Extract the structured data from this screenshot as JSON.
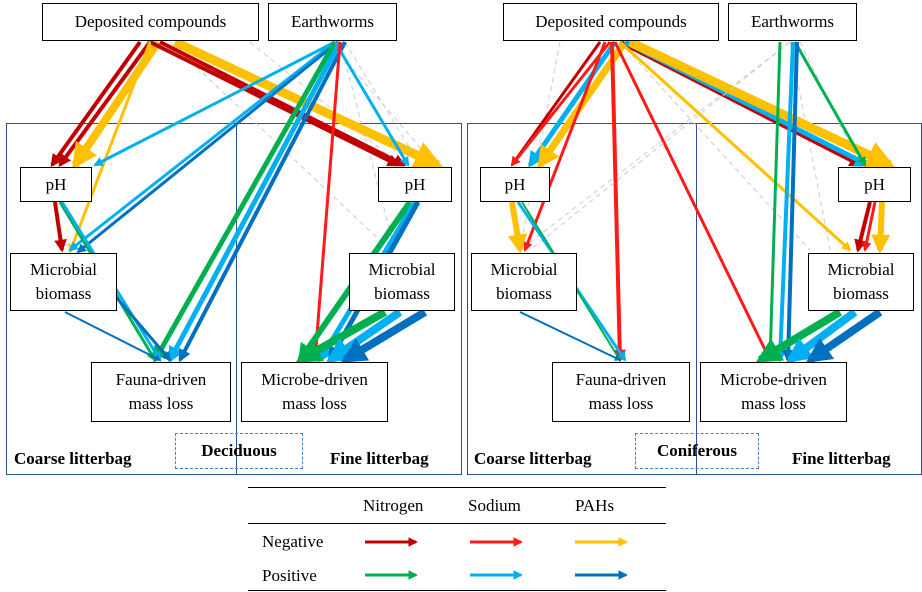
{
  "nodes": {
    "deposited_compounds": "Deposited compounds",
    "earthworms": "Earthworms",
    "ph": "pH",
    "microbial_biomass_line1": "Microbial",
    "microbial_biomass_line2": "biomass",
    "fauna_driven_line1": "Fauna-driven",
    "fauna_driven_line2": "mass loss",
    "microbe_driven_line1": "Microbe-driven",
    "microbe_driven_line2": "mass loss"
  },
  "panels": {
    "left": {
      "forest": "Deciduous",
      "coarse_label": "Coarse litterbag",
      "fine_label": "Fine litterbag"
    },
    "right": {
      "forest": "Coniferous",
      "coarse_label": "Coarse litterbag",
      "fine_label": "Fine litterbag"
    }
  },
  "legend": {
    "columns": [
      "Nitrogen",
      "Sodium",
      "PAHs"
    ],
    "rows": [
      "Negative",
      "Positive"
    ]
  },
  "colors": {
    "nitrogen_negative": "#c00000",
    "sodium_negative": "#ff1a1a",
    "pahs_negative": "#ffc000",
    "nitrogen_positive": "#00b050",
    "sodium_positive": "#00b0f0",
    "pahs_positive": "#0070c0",
    "nonsignificant": "#cccccc",
    "panel_border": "#2f4f8f"
  }
}
